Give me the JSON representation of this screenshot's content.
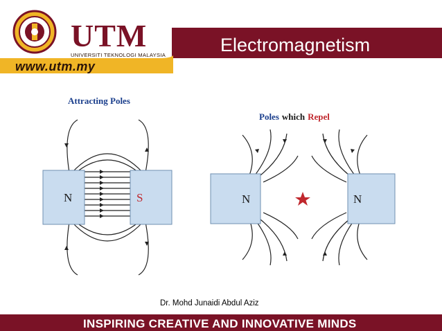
{
  "header": {
    "brand": "UTM",
    "brand_subtitle": "UNIVERSITI TEKNOLOGI MALAYSIA",
    "web_address": "www.utm.my",
    "slide_title": "Electromagnetism"
  },
  "figure": {
    "attract_caption": "Attracting Poles",
    "repel_caption_1": "Poles",
    "repel_caption_2": "which",
    "repel_caption_3": "Repel",
    "attract_left_pole": "N",
    "attract_right_pole": "S",
    "repel_left_pole": "N",
    "repel_right_pole": "N"
  },
  "author": "Dr. Mohd Junaidi Abdul Aziz",
  "footer": {
    "tagline": "INSPIRING CREATIVE AND INNOVATIVE MINDS"
  },
  "colors": {
    "maroon": "#7a1226",
    "gold": "#f0b526",
    "magnet_fill": "#c9dcef",
    "caption_blue": "#1a3e8c",
    "caption_red": "#c0272d"
  }
}
